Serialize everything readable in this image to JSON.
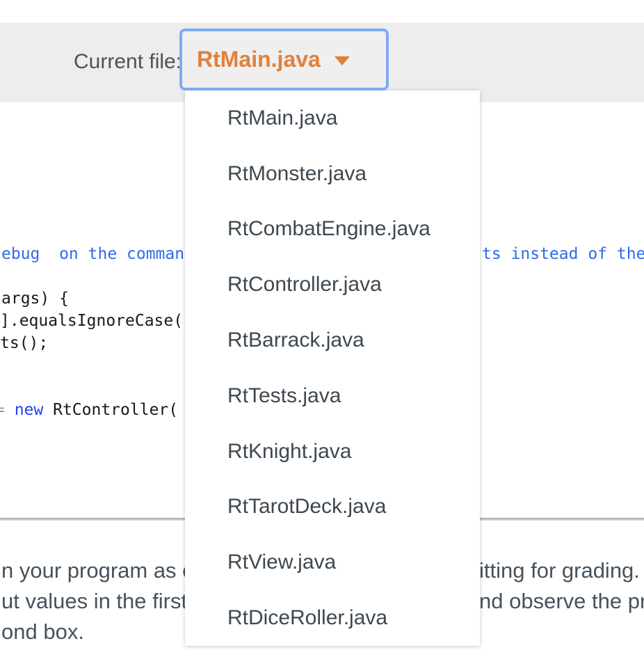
{
  "header": {
    "current_file_label": "Current file:",
    "selected_file": "RtMain.java"
  },
  "dropdown": {
    "items": [
      "RtMain.java",
      "RtMonster.java",
      "RtCombatEngine.java",
      "RtController.java",
      "RtBarrack.java",
      "RtTests.java",
      "RtKnight.java",
      "RtTarotDeck.java",
      "RtView.java",
      "RtDiceRoller.java"
    ]
  },
  "code": {
    "comment_left": "ebug  on the comman",
    "comment_right": "ts instead of the",
    "line_args": "args) {",
    "line_equals": "].equalsIgnoreCase(",
    "line_ts": "ts();",
    "line_new_eq": "= ",
    "line_new_kw": "new",
    "line_new_rest": " RtController("
  },
  "paragraph": {
    "line1_left": "n your program as o",
    "line1_right": "itting for grading.",
    "line2_left": "ut values in the first",
    "line2_right": "nd observe the pr",
    "line3_left": "ond box."
  },
  "colors": {
    "accent_orange": "#e0813b",
    "focus_blue_border": "#7fa9f3",
    "comment_blue": "#2e6be8",
    "keyword_blue": "#2144e6",
    "header_gray": "#ededed"
  }
}
